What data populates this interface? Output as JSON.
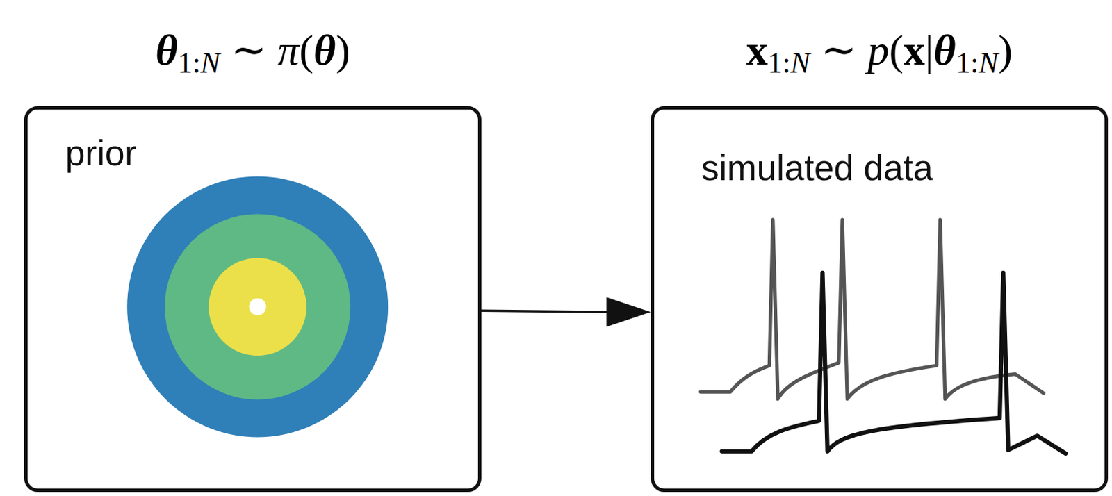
{
  "diagram": {
    "nodes": [
      {
        "text": [
          "θ1:N ∼ π(θ)",
          "prior"
        ]
      },
      {
        "text": [
          "x1:N ∼ p(x|θ1:N)",
          "simulated data"
        ]
      }
    ],
    "edges": [
      {
        "from": 0,
        "to": 1,
        "arrow": "to"
      }
    ]
  }
}
